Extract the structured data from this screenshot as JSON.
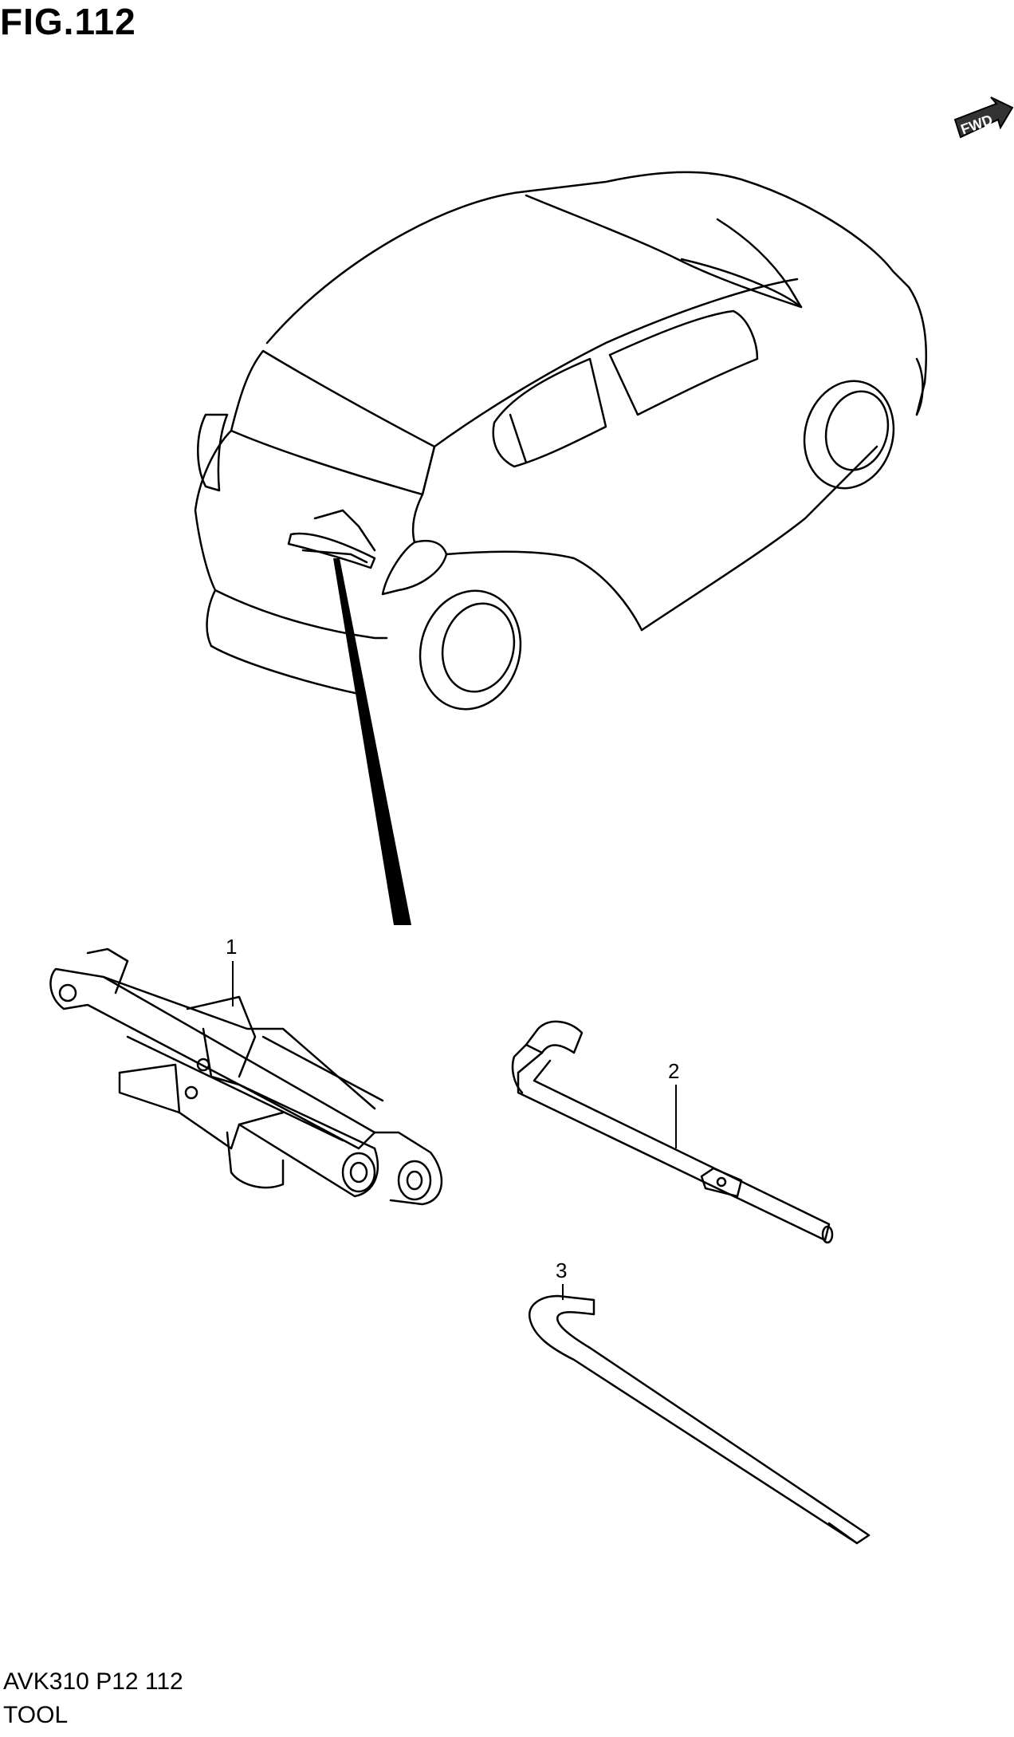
{
  "figure": {
    "title": "FIG.112",
    "code": "AVK310 P12 112",
    "name": "TOOL"
  },
  "direction_marker": {
    "label": "FWD",
    "icon": "forward-arrow-icon"
  },
  "parts": [
    {
      "ref": "1",
      "icon": "scissor-jack-icon"
    },
    {
      "ref": "2",
      "icon": "wheel-nut-wrench-icon"
    },
    {
      "ref": "3",
      "icon": "jack-handle-icon"
    }
  ],
  "colors": {
    "line": "#000000",
    "background": "#ffffff"
  }
}
